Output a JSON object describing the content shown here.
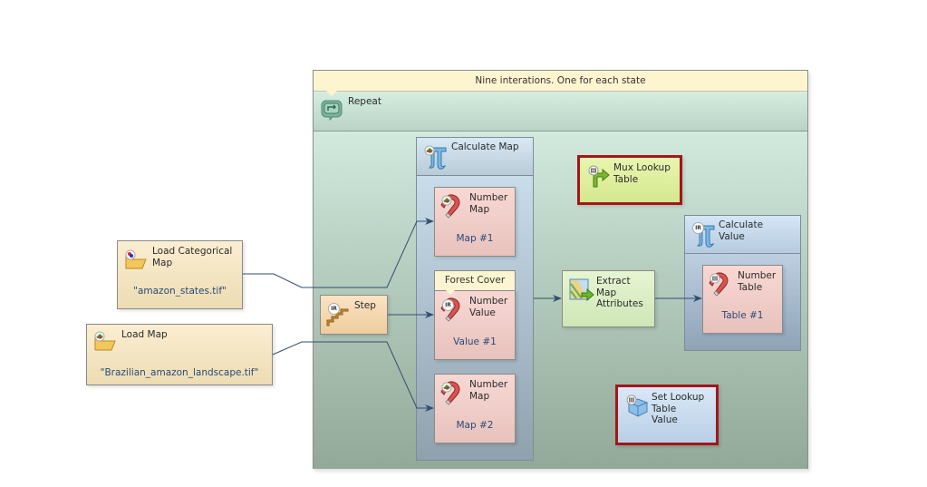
{
  "repeat": {
    "comment": "Nine interations. One for each state",
    "title": "Repeat",
    "icon": "repeat-icon"
  },
  "inputs": [
    {
      "title_line1": "Load Categorical",
      "title_line2": "Map",
      "value": "\"amazon_states.tif\"",
      "icon": "folder-categorical-map-icon"
    },
    {
      "title_line1": "Load Map",
      "title_line2": "",
      "value": "\"Brazilian_amazon_landscape.tif\"",
      "icon": "folder-map-icon"
    }
  ],
  "step": {
    "title": "Step",
    "badge": "IR",
    "icon": "step-stairs-icon"
  },
  "calculate_map": {
    "title": "Calculate Map",
    "icon": "pi-map-icon",
    "ports": [
      {
        "type_line1": "Number",
        "type_line2": "Map",
        "value": "Map #1",
        "icon": "magnet-map-icon"
      },
      {
        "comment": "Forest Cover",
        "type_line1": "Number",
        "type_line2": "Value",
        "value": "Value #1",
        "badge": "IR",
        "icon": "magnet-value-icon"
      },
      {
        "type_line1": "Number",
        "type_line2": "Map",
        "value": "Map #2",
        "icon": "magnet-map-icon"
      }
    ]
  },
  "extract_map_attributes": {
    "line1": "Extract",
    "line2": "Map",
    "line3": "Attributes",
    "icon": "extract-map-icon"
  },
  "calculate_value": {
    "title_line1": "Calculate",
    "title_line2": "Value",
    "badge": "IR",
    "icon": "pi-value-icon",
    "port": {
      "type_line1": "Number",
      "type_line2": "Table",
      "value": "Table #1",
      "icon": "magnet-table-icon"
    }
  },
  "mux_lookup_table": {
    "line1": "Mux Lookup",
    "line2": "Table",
    "icon": "mux-arrow-icon"
  },
  "set_lookup_table_value": {
    "line1": "Set Lookup",
    "line2": "Table",
    "line3": "Value",
    "icon": "table-box-icon"
  },
  "colors": {
    "wire": "#2f4f6f",
    "error_border": "#a3161a",
    "value_text": "#274a7a"
  }
}
